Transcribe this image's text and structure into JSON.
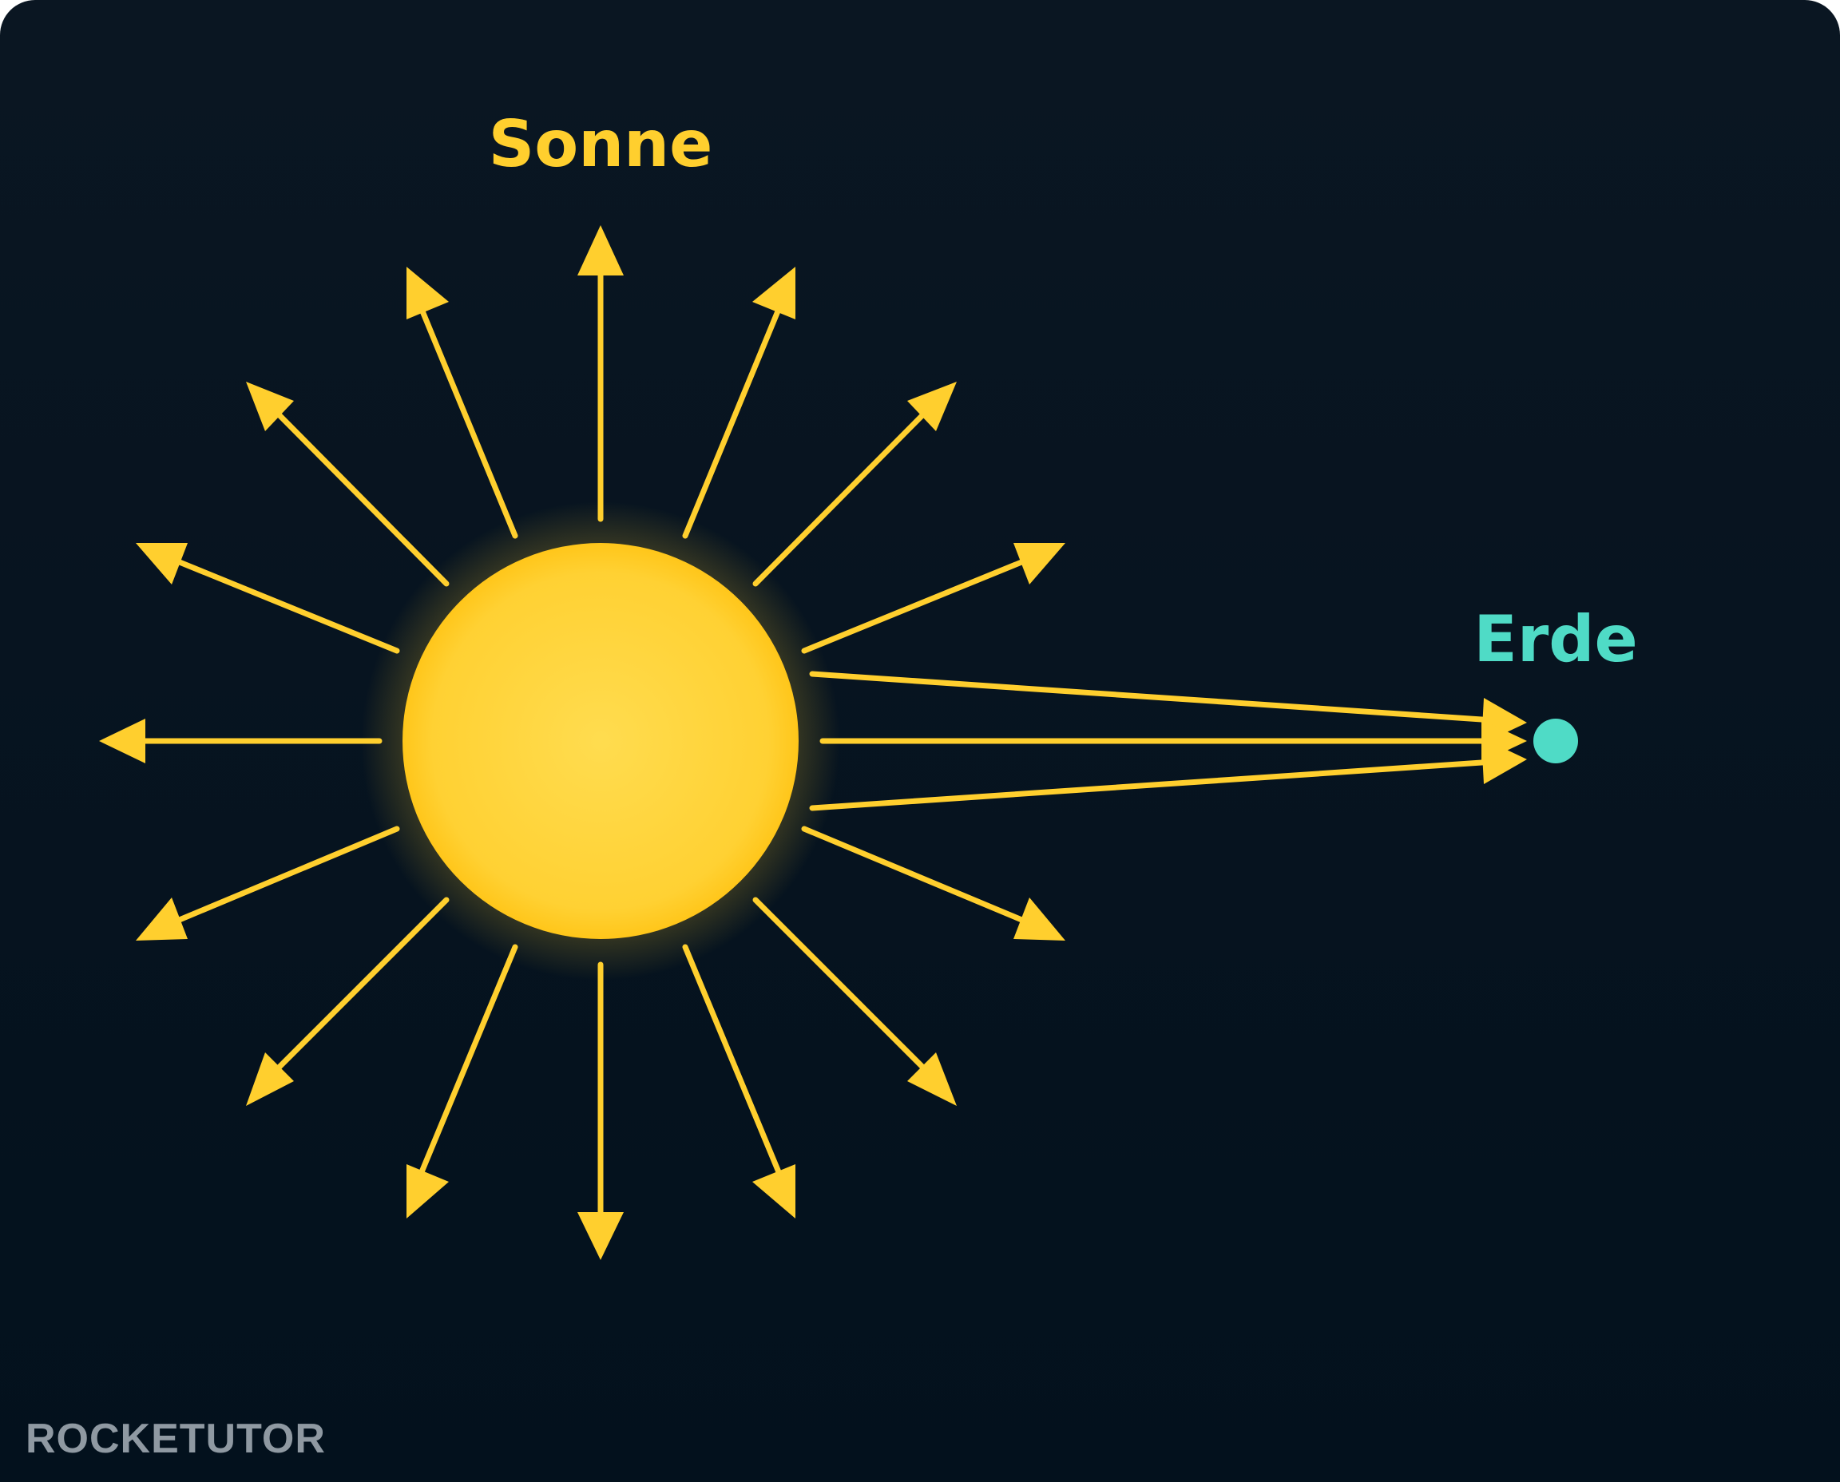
{
  "diagram": {
    "sun_label": "Sonne",
    "earth_label": "Erde",
    "logo_text": "ROCKETUTOR",
    "colors": {
      "background": "#03111d",
      "sun": "#ffcf2e",
      "rays": "#ffcf2e",
      "earth": "#4fdbc6",
      "logo": "#8f99a2",
      "logo_accent": "#2f7bd6"
    },
    "ray_count": 16,
    "rays_to_earth": 3
  }
}
